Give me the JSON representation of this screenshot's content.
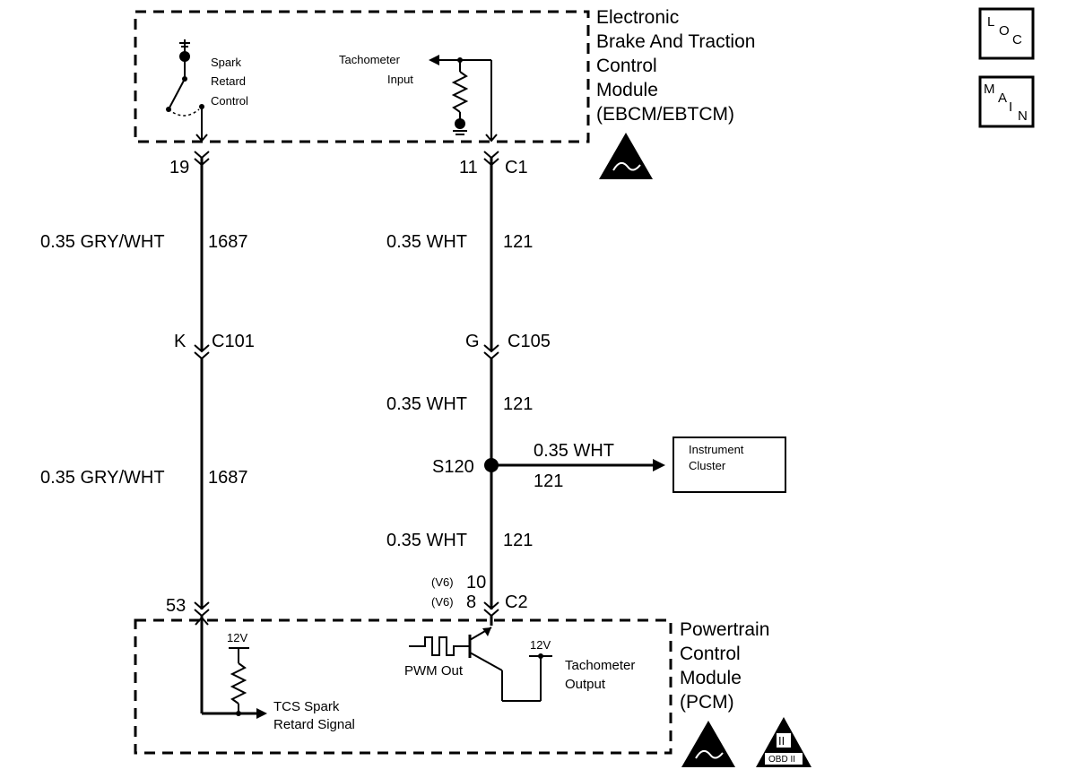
{
  "ebcm": {
    "title_lines": [
      "Electronic",
      "Brake And Traction",
      "Control",
      "Module",
      "(EBCM/EBTCM)"
    ],
    "spark_label": [
      "Spark",
      "Retard",
      "Control"
    ],
    "tach_label": [
      "Tachometer",
      "Input"
    ]
  },
  "pcm": {
    "title_lines": [
      "Powertrain",
      "Control",
      "Module",
      "(PCM)"
    ],
    "v12_left": "12V",
    "v12_right": "12V",
    "pwm_label": "PWM Out",
    "tach_output": [
      "Tachometer",
      "Output"
    ],
    "tcs_label": [
      "TCS Spark",
      "Retard Signal"
    ],
    "obd_label": "OBD II",
    "obd_roman": "II"
  },
  "side_icons": {
    "loc": [
      "L",
      "O",
      "C"
    ],
    "main": [
      "M",
      "A",
      "I",
      "N"
    ]
  },
  "left_circuit": {
    "pin_top": "19",
    "wire1": "0.35 GRY/WHT",
    "circuit1": "1687",
    "conn_pin": "K",
    "conn_name": "C101",
    "wire2": "0.35 GRY/WHT",
    "circuit2": "1687",
    "pin_bottom": "53"
  },
  "right_circuit": {
    "pin_top": "11",
    "conn_top": "C1",
    "wire1": "0.35 WHT",
    "circuit1": "121",
    "conn_pin": "G",
    "conn_name": "C105",
    "wire2": "0.35 WHT",
    "circuit2": "121",
    "splice": "S120",
    "branch_wire": "0.35 WHT",
    "branch_circuit": "121",
    "instrument": [
      "Instrument",
      "Cluster"
    ],
    "wire3": "0.35 WHT",
    "circuit3": "121",
    "v6a": "(V6)",
    "v6a_pin": "10",
    "v6b": "(V6)",
    "v6b_pin": "8",
    "conn_bottom": "C2"
  }
}
